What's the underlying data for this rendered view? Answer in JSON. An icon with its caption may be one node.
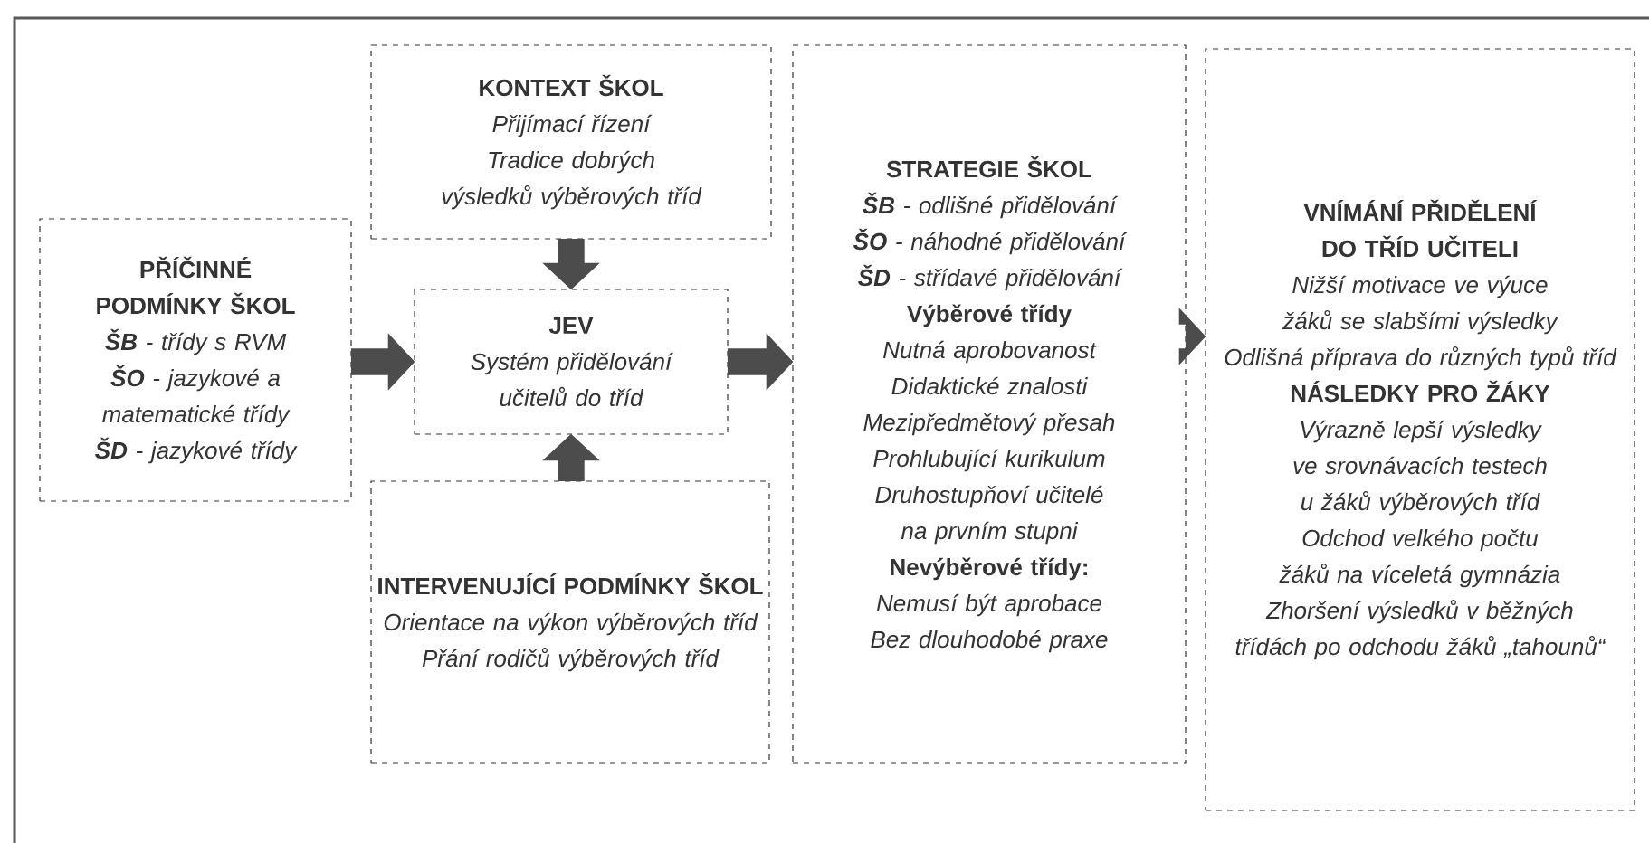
{
  "diagram": {
    "nodes": [
      {
        "text": [
          "PŘÍČINNÉ PODMÍNKY ŠKOL",
          "**ŠB** - třídy s RVM",
          "**ŠO** - jazykové a matematické třídy",
          "**ŠD** - jazykové třídy"
        ]
      },
      {
        "text": [
          "KONTEXT ŠKOL",
          "Přijímací řízení",
          "Tradice dobrých výsledků výběrových tříd"
        ]
      },
      {
        "text": [
          "JEV",
          "Systém přidělování učitelů do tříd"
        ]
      },
      {
        "text": [
          "INTERVENUJÍCÍ PODMÍNKY ŠKOL",
          "Orientace na výkon výběrových tříd",
          "Přání rodičů výběrových tříd"
        ]
      },
      {
        "text": [
          "STRATEGIE ŠKOL",
          "**ŠB** - odlišné přidělování",
          "**ŠO** - náhodné přidělování",
          "**ŠD** - střídavé přidělování",
          "Výběrové třídy",
          "Nutná aprobovanost",
          "Didaktické znalosti",
          "Mezipředmětový přesah",
          "Prohlubující kurikulum",
          "Druhostupňoví učitelé na prvním stupni",
          "Nevýběrové třídy:",
          "Nemusí být aprobace",
          "Bez dlouhodobé praxe"
        ]
      },
      {
        "text": [
          "VNÍMÁNÍ PŘIDĚLENÍ DO TŘÍD UČITELI",
          "Nižší motivace ve výuce žáků se slabšími výsledky",
          "Odlišná příprava do různých typů tříd",
          "NÁSLEDKY PRO ŽÁKY",
          "Výrazně lepší výsledky ve srovnávacích testech u žáků výběrových tříd",
          "Odchod velkého počtu žáků na víceletá gymnázia",
          "Zhoršení výsledků v běžných třídách po odchodu žáků „tahounů“"
        ]
      }
    ],
    "edges": [
      {
        "from": 0,
        "to": 2,
        "arrow": "to"
      },
      {
        "from": 1,
        "to": 2,
        "arrow": "to"
      },
      {
        "from": 3,
        "to": 2,
        "arrow": "to"
      },
      {
        "from": 2,
        "to": 4,
        "arrow": "to"
      },
      {
        "from": 4,
        "to": 5,
        "arrow": "to"
      }
    ]
  }
}
